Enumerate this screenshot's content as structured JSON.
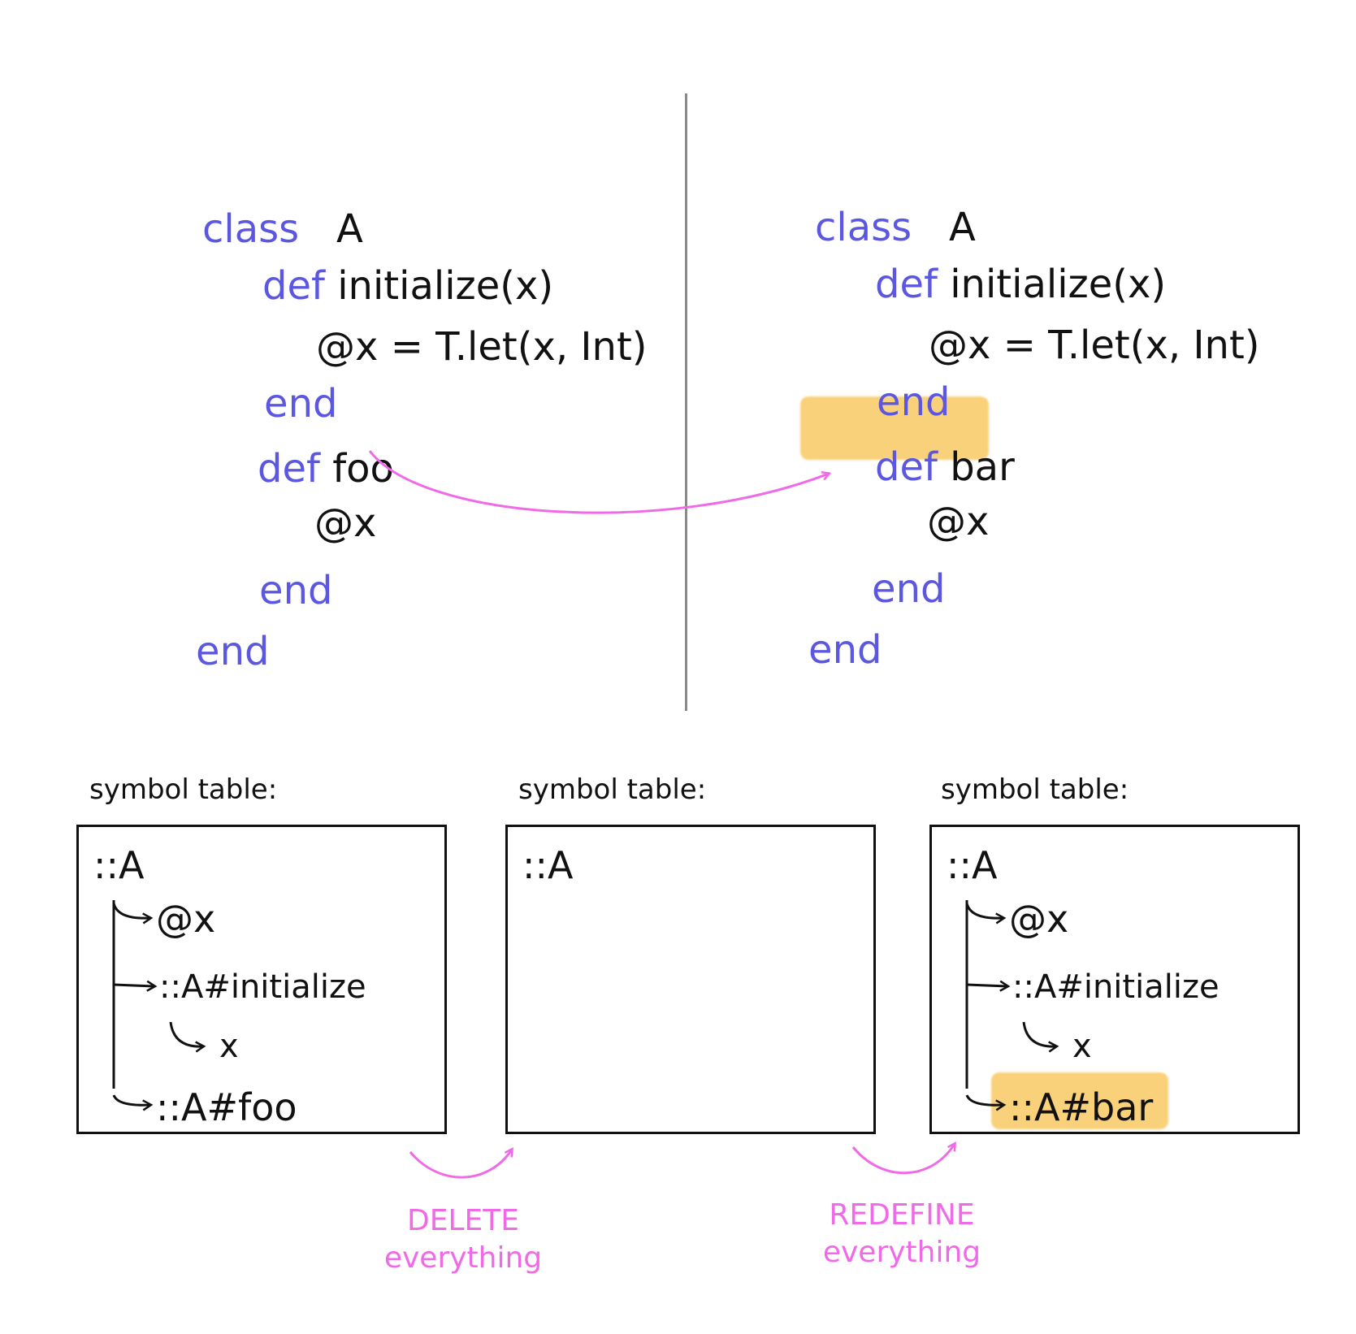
{
  "left_code": {
    "line1_kw": "class",
    "line1_tx": "A",
    "line2_kw": "def",
    "line2_tx": "initialize(x)",
    "line3_tx": "@x = T.let(x, Int)",
    "line4_kw": "end",
    "line5_kw": "def",
    "line5_tx": "foo",
    "line6_tx": "@x",
    "line7_kw": "end",
    "line8_kw": "end"
  },
  "right_code": {
    "line1_kw": "class",
    "line1_tx": "A",
    "line2_kw": "def",
    "line2_tx": "initialize(x)",
    "line3_tx": "@x = T.let(x, Int)",
    "line4_kw": "end",
    "line5_kw": "def",
    "line5_tx": "bar",
    "line6_tx": "@x",
    "line7_kw": "end",
    "line8_kw": "end"
  },
  "tables": [
    {
      "label": "symbol table:",
      "root": "::A",
      "children": [
        "@x",
        "::A#initialize",
        "x",
        "::A#foo"
      ]
    },
    {
      "label": "symbol table:",
      "root": "::A",
      "children": []
    },
    {
      "label": "symbol table:",
      "root": "::A",
      "children": [
        "@x",
        "::A#initialize",
        "x",
        "::A#bar"
      ]
    }
  ],
  "actions": {
    "delete_line1": "DELETE",
    "delete_line2": "everything",
    "redefine_line1": "REDEFINE",
    "redefine_line2": "everything"
  },
  "colors": {
    "keyword": "#5b57e0",
    "highlight": "#f9d17a",
    "arrow": "#f06ae8"
  }
}
